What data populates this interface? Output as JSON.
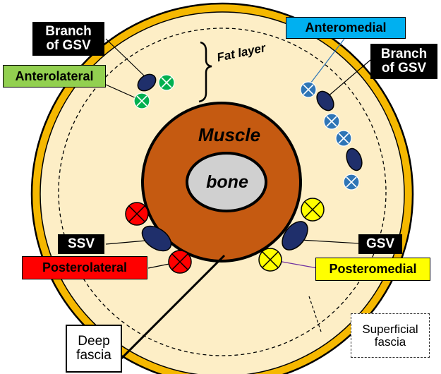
{
  "labels": {
    "branch_gsv_left": "Branch\nof GSV",
    "anterolateral": "Anterolateral",
    "anteromedial": "Anteromedial",
    "branch_gsv_right": "Branch\nof GSV",
    "fat_layer": "Fat layer",
    "muscle": "Muscle",
    "bone": "bone",
    "ssv": "SSV",
    "posterolateral": "Posterolateral",
    "gsv": "GSV",
    "posteromedial": "Posteromedial",
    "deep_fascia": "Deep\nfascia",
    "superficial_fascia": "Superficial\nfascia"
  },
  "colors": {
    "skin": "#f5b800",
    "fat": "#fdeec6",
    "muscle": "#c55a11",
    "bone": "#d0d0d0",
    "vein": "#1f2f6b",
    "blue_vessel": "#2e75b6",
    "green_vessel": "#00b050",
    "red_vessel": "#ff0000",
    "yellow_vessel": "#ffff00"
  }
}
